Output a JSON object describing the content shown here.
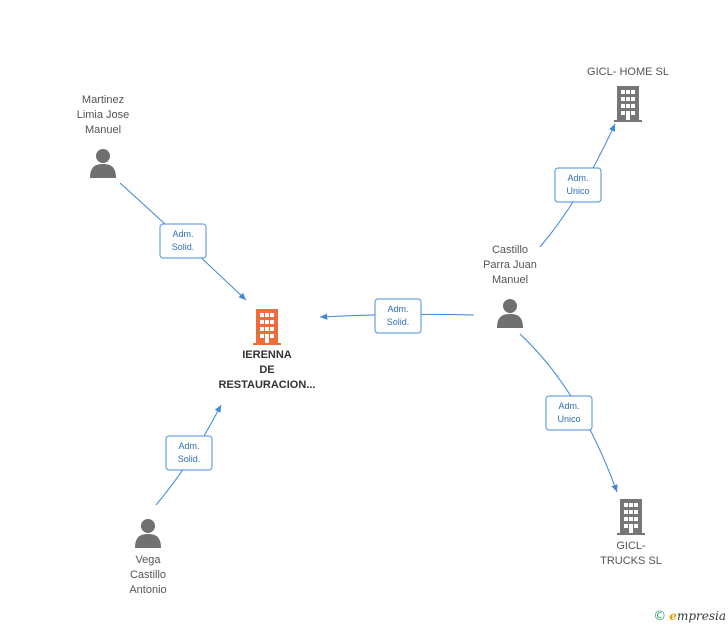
{
  "colors": {
    "edge": "#3f86d4",
    "company_main": "#f26b3a",
    "company": "#777777",
    "person": "#707070"
  },
  "nodes": [
    {
      "id": "main",
      "kind": "company_main",
      "icon": "building-icon",
      "lines": [
        "IERENNA",
        "DE",
        "RESTAURACION..."
      ]
    },
    {
      "id": "martinez",
      "kind": "person",
      "icon": "person-icon",
      "lines": [
        "Martinez",
        "Limia Jose",
        "Manuel"
      ]
    },
    {
      "id": "castillo",
      "kind": "person",
      "icon": "person-icon",
      "lines": [
        "Castillo",
        "Parra Juan",
        "Manuel"
      ]
    },
    {
      "id": "vega",
      "kind": "person",
      "icon": "person-icon",
      "lines": [
        "Vega",
        "Castillo",
        "Antonio"
      ]
    },
    {
      "id": "home",
      "kind": "company",
      "icon": "building-icon",
      "lines": [
        "GICL- HOME SL"
      ]
    },
    {
      "id": "trucks",
      "kind": "company",
      "icon": "building-icon",
      "lines": [
        "GICL-",
        "TRUCKS SL"
      ]
    }
  ],
  "edges": [
    {
      "from": "martinez",
      "to": "main",
      "label": [
        "Adm.",
        "Solid."
      ]
    },
    {
      "from": "castillo",
      "to": "main",
      "label": [
        "Adm.",
        "Solid."
      ]
    },
    {
      "from": "vega",
      "to": "main",
      "label": [
        "Adm.",
        "Solid."
      ]
    },
    {
      "from": "castillo",
      "to": "home",
      "label": [
        "Adm.",
        "Unico"
      ]
    },
    {
      "from": "castillo",
      "to": "trucks",
      "label": [
        "Adm.",
        "Unico"
      ]
    }
  ],
  "brand": {
    "copyright": "©",
    "initial": "e",
    "rest": "mpresia"
  }
}
